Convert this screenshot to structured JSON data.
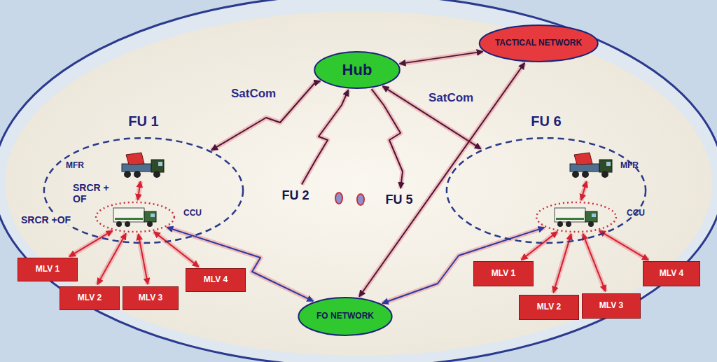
{
  "diagram": {
    "nodes": [
      {
        "text": [
          "Hub"
        ]
      },
      {
        "text": [
          "TACTICAL NETWORK"
        ]
      },
      {
        "text": [
          "FU 1"
        ]
      },
      {
        "text": [
          "MFR"
        ],
        "in": 2
      },
      {
        "text": [
          "CCU"
        ],
        "in": 2
      },
      {
        "text": [
          "FU 2"
        ]
      },
      {
        "text": [
          "FU 5"
        ]
      },
      {
        "text": [
          "FU 6"
        ]
      },
      {
        "text": [
          "MFR"
        ],
        "in": 7
      },
      {
        "text": [
          "CCU"
        ],
        "in": 7
      },
      {
        "text": [
          "MLV 1"
        ]
      },
      {
        "text": [
          "MLV 2"
        ]
      },
      {
        "text": [
          "MLV 3"
        ]
      },
      {
        "text": [
          "MLV 4"
        ]
      },
      {
        "text": [
          "FO NETWORK"
        ]
      },
      {
        "text": [
          "MLV 1"
        ]
      },
      {
        "text": [
          "MLV 2"
        ]
      },
      {
        "text": [
          "MLV 3"
        ]
      },
      {
        "text": [
          "MLV 4"
        ]
      }
    ],
    "edges": [
      {
        "from": 0,
        "to": 1,
        "arrow": "both"
      },
      {
        "from": 0,
        "to": 2,
        "label": "SatCom",
        "arrow": "both"
      },
      {
        "from": 5,
        "to": 0,
        "arrow": "to"
      },
      {
        "from": 0,
        "to": 6,
        "arrow": "to"
      },
      {
        "from": 0,
        "to": 7,
        "label": "SatCom",
        "arrow": "both"
      },
      {
        "from": 14,
        "to": 1,
        "arrow": "both"
      },
      {
        "from": 3,
        "to": 4,
        "arrow": "both"
      },
      {
        "from": 4,
        "to": 10,
        "arrow": "both"
      },
      {
        "from": 4,
        "to": 11,
        "arrow": "both"
      },
      {
        "from": 4,
        "to": 12,
        "arrow": "both"
      },
      {
        "from": 4,
        "to": 13,
        "arrow": "both"
      },
      {
        "from": 4,
        "to": 14,
        "arrow": "both"
      },
      {
        "from": 14,
        "to": 9,
        "arrow": "both"
      },
      {
        "from": 8,
        "to": 9,
        "arrow": "both"
      },
      {
        "from": 9,
        "to": 15,
        "arrow": "both"
      },
      {
        "from": 9,
        "to": 16,
        "arrow": "both"
      },
      {
        "from": 9,
        "to": 17,
        "arrow": "both"
      },
      {
        "from": 9,
        "to": 18,
        "arrow": "both"
      }
    ],
    "labels": [
      "SRCR + OF",
      "SRCR +OF"
    ]
  }
}
